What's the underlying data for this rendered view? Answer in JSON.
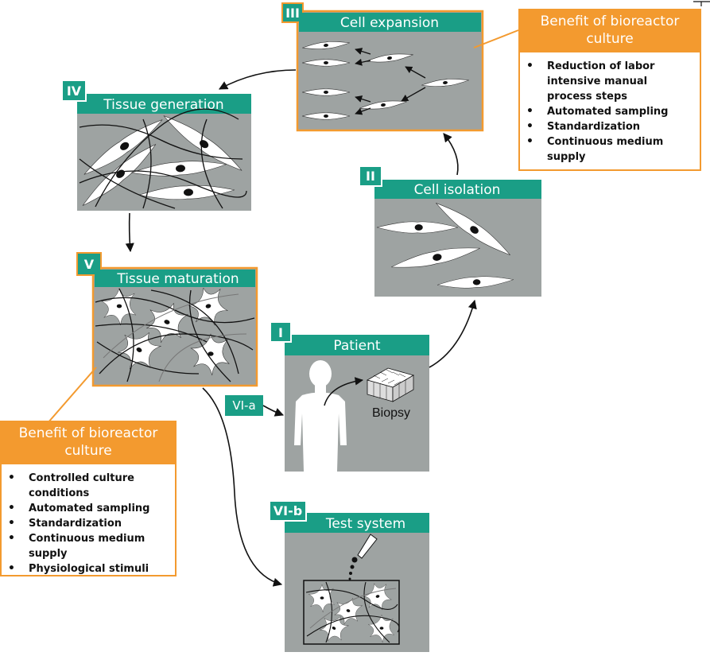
{
  "stages": {
    "s1": {
      "num": "I",
      "title": "Patient",
      "biopsy_label": "Biopsy"
    },
    "s2": {
      "num": "II",
      "title": "Cell isolation"
    },
    "s3": {
      "num": "III",
      "title": "Cell expansion"
    },
    "s4": {
      "num": "IV",
      "title": "Tissue generation"
    },
    "s5": {
      "num": "V",
      "title": "Tissue maturation"
    },
    "s6b": {
      "num": "VI-b",
      "title": "Test system"
    }
  },
  "tags": {
    "vi_a": "VI-a"
  },
  "benefits": {
    "top": {
      "title": "Benefit of bioreactor culture",
      "items": [
        "Reduction of labor intensive manual process steps",
        "Automated sampling",
        "Standardization",
        "Continuous medium supply"
      ]
    },
    "left": {
      "title": "Benefit of bioreactor culture",
      "items": [
        "Controlled culture conditions",
        "Automated sampling",
        "Standardization",
        "Continuous medium supply",
        "Physiological stimuli"
      ]
    }
  },
  "colors": {
    "teal": "#1a9e86",
    "orange": "#f39a2f",
    "panel": "#9ea3a2"
  }
}
